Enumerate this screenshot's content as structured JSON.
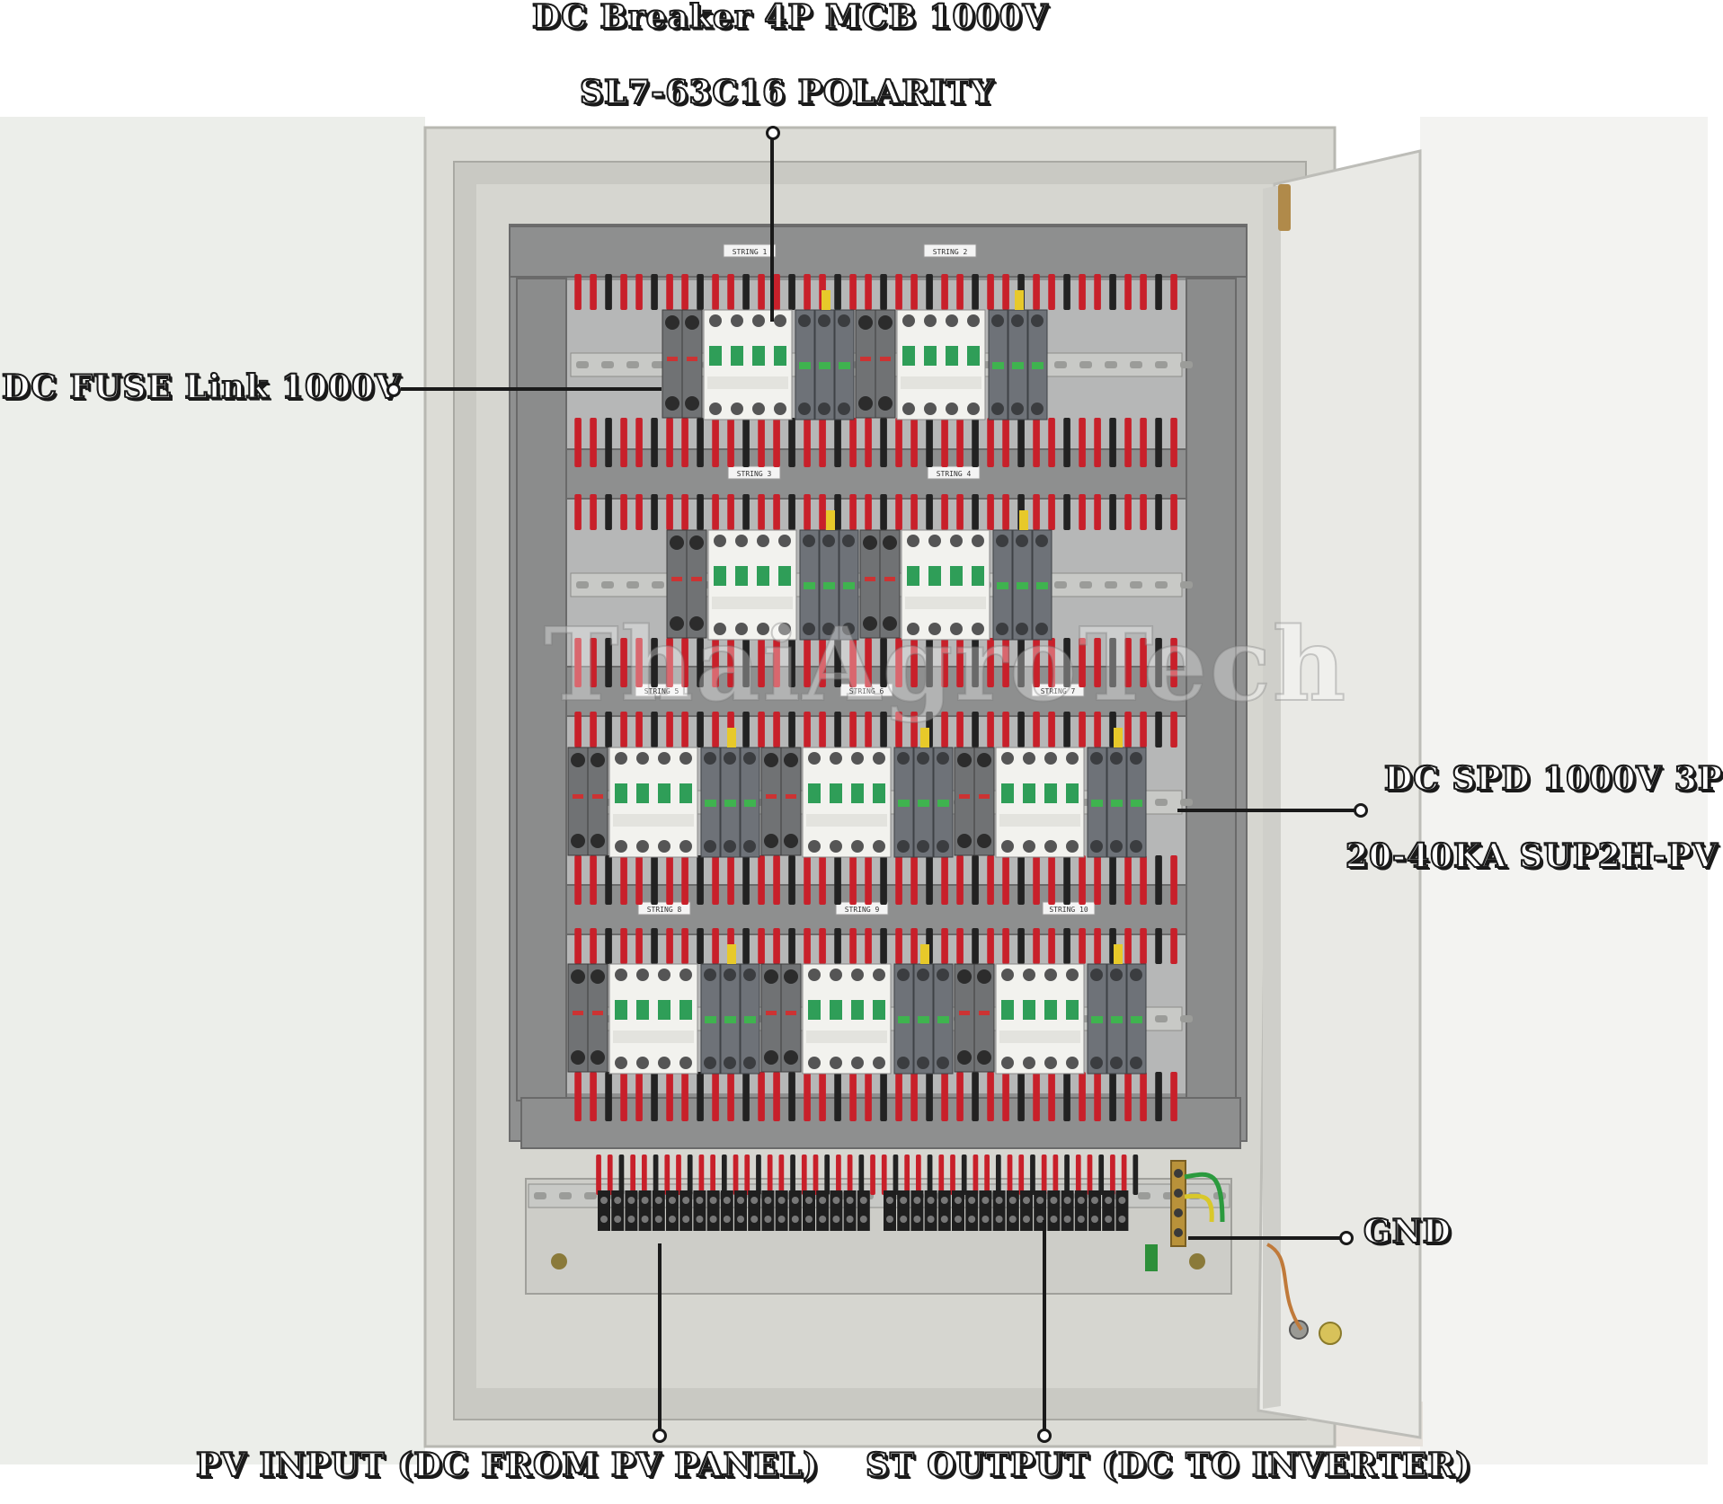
{
  "callouts": {
    "breaker_line1": "DC Breaker 4P MCB 1000V",
    "breaker_line2": "SL7-63C16 POLARITY",
    "fuse": "DC FUSE Link 1000V",
    "spd_line1": "DC SPD 1000V 3P",
    "spd_line2": "20-40KA SUP2H-PV",
    "gnd": "GND",
    "pv_input": "PV INPUT (DC FROM PV PANEL)",
    "st_output": "ST OUTPUT (DC TO INVERTER)"
  },
  "watermark": "ThaiAgroTech",
  "string_labels": [
    "STRING 1",
    "STRING 2",
    "STRING 3",
    "STRING 4",
    "STRING 5",
    "STRING 6",
    "STRING 7",
    "STRING 8",
    "STRING 9",
    "STRING 10"
  ],
  "colors": {
    "enclosure": "#dcdcd6",
    "backplate": "#8f9090",
    "cable_red": "#c8202a",
    "cable_black": "#222222",
    "breaker_white": "#f2f2ee",
    "spd_gray": "#6e7278",
    "toggle_green": "#2f9e58",
    "gnd_green": "#2b9a3e"
  }
}
